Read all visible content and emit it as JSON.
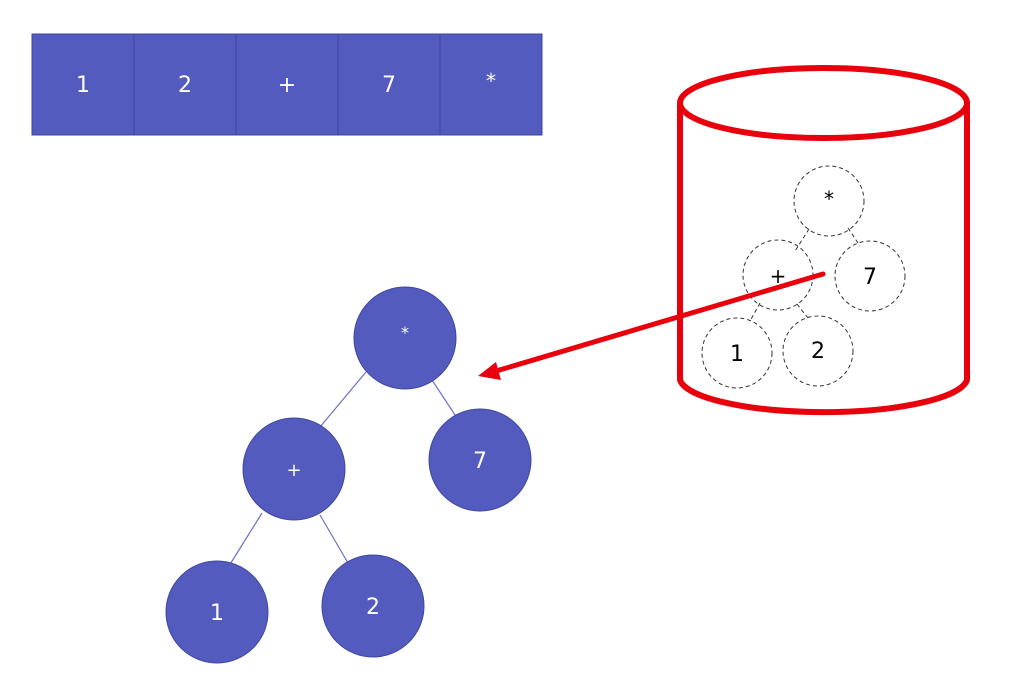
{
  "postfix_sequence": {
    "cells": [
      "1",
      "2",
      "+",
      "7",
      "*"
    ]
  },
  "expression_tree": {
    "root": "*",
    "operator": "+",
    "operand_right": "7",
    "leaf_left": "1",
    "leaf_right": "2"
  },
  "stored_tree": {
    "root": "*",
    "operator": "+",
    "operand_right": "7",
    "leaf_left": "1",
    "leaf_right": "2"
  },
  "colors": {
    "node_fill": "#535bbf",
    "node_stroke": "#3f469c",
    "node_text": "#ffffff",
    "edge": "#6a71c4",
    "cylinder_stroke": "#e8000c",
    "arrow": "#e8000c",
    "dashed": "#333333",
    "text_dark": "#000000"
  }
}
